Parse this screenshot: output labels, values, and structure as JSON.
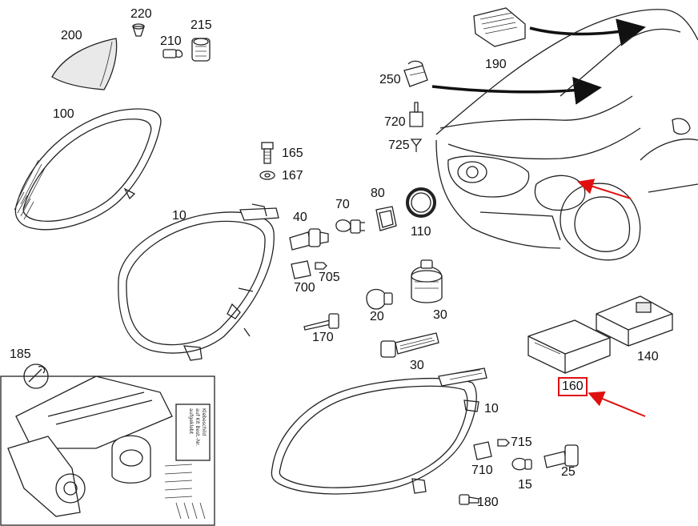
{
  "parts": [
    {
      "id": "p200",
      "label": "200"
    },
    {
      "id": "p220",
      "label": "220"
    },
    {
      "id": "p210",
      "label": "210"
    },
    {
      "id": "p215",
      "label": "215"
    },
    {
      "id": "p190",
      "label": "190"
    },
    {
      "id": "p250",
      "label": "250"
    },
    {
      "id": "p720",
      "label": "720"
    },
    {
      "id": "p725",
      "label": "725"
    },
    {
      "id": "p100",
      "label": "100"
    },
    {
      "id": "p165",
      "label": "165"
    },
    {
      "id": "p167",
      "label": "167"
    },
    {
      "id": "p10a",
      "label": "10"
    },
    {
      "id": "p40",
      "label": "40"
    },
    {
      "id": "p70",
      "label": "70"
    },
    {
      "id": "p80",
      "label": "80"
    },
    {
      "id": "p110",
      "label": "110"
    },
    {
      "id": "p700",
      "label": "700"
    },
    {
      "id": "p705",
      "label": "705"
    },
    {
      "id": "p20",
      "label": "20"
    },
    {
      "id": "p30a",
      "label": "30"
    },
    {
      "id": "p170",
      "label": "170"
    },
    {
      "id": "p140",
      "label": "140"
    },
    {
      "id": "p185",
      "label": "185"
    },
    {
      "id": "p30b",
      "label": "30"
    },
    {
      "id": "p160",
      "label": "160"
    },
    {
      "id": "p10b",
      "label": "10"
    },
    {
      "id": "p715",
      "label": "715"
    },
    {
      "id": "p710",
      "label": "710"
    },
    {
      "id": "p25",
      "label": "25"
    },
    {
      "id": "p15",
      "label": "15"
    },
    {
      "id": "p180",
      "label": "180"
    }
  ],
  "highlight": {
    "part": "160",
    "color": "#e01010"
  },
  "colors": {
    "line": "#222222",
    "arrow": "#111111",
    "callout": "#e01010"
  },
  "kit_label_lines": [
    "Klebeschild",
    "auf Kit Best.-Nr.",
    "aufgeklebt"
  ]
}
